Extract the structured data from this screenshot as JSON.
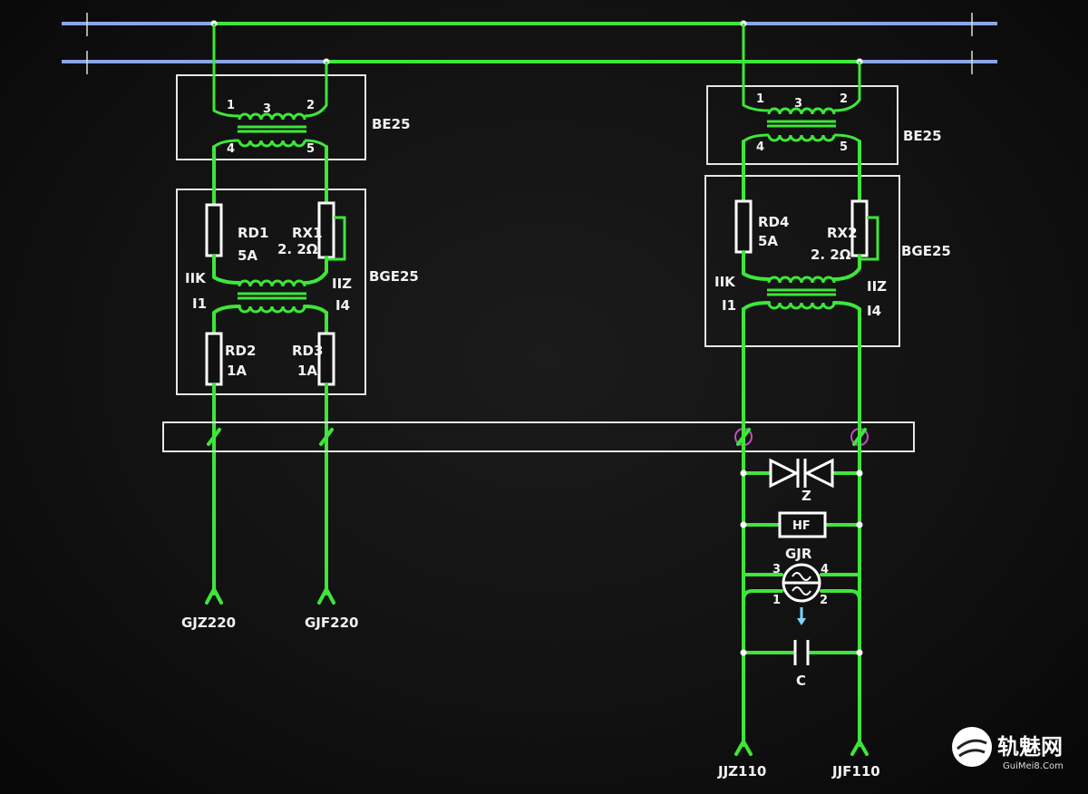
{
  "left_circuit": {
    "transformer_label": "BE25",
    "tr_pins": [
      "1",
      "3",
      "2",
      "4",
      "5"
    ],
    "bge_label": "BGE25",
    "rd1": "RD1",
    "rd1_val": "5A",
    "rx1": "RX1",
    "rx1_val": "2. 2Ω",
    "iik": "IIK",
    "iiz": "IIZ",
    "i1": "I1",
    "i4": "I4",
    "rd2": "RD2",
    "rd2_val": "1A",
    "rd3": "RD3",
    "rd3_val": "1A",
    "out_left": "GJZ220",
    "out_right": "GJF220"
  },
  "right_circuit": {
    "transformer_label": "BE25",
    "tr_pins": [
      "1",
      "3",
      "2",
      "4",
      "5"
    ],
    "bge_label": "BGE25",
    "rd4": "RD4",
    "rd4_val": "5A",
    "rx2": "RX2",
    "rx2_val": "2. 2Ω",
    "iik": "IIK",
    "iiz": "IIZ",
    "i1": "I1",
    "i4": "I4",
    "z_label": "Z",
    "hf_label": "HF",
    "gjr_label": "GJR",
    "gjr_pins": [
      "3",
      "4",
      "1",
      "2"
    ],
    "c_label": "C",
    "out_left": "JJZ110",
    "out_right": "JJF110"
  },
  "logo": {
    "text": "轨魅网",
    "sub": "GuiMei8.Com"
  },
  "colors": {
    "wire": "#3ee63a",
    "bus": "#8aa6e8",
    "component": "#ffffff",
    "background": "#111111",
    "terminal_ring": "#c050c0"
  }
}
